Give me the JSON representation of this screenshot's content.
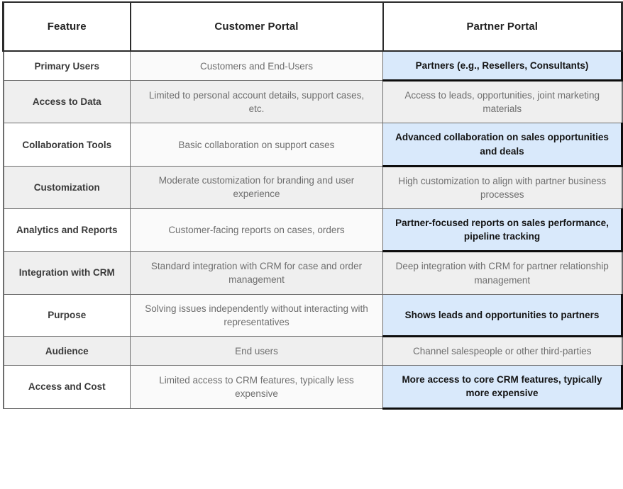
{
  "table": {
    "columns": [
      {
        "key": "feature",
        "label": "Feature"
      },
      {
        "key": "customer",
        "label": "Customer Portal"
      },
      {
        "key": "partner",
        "label": "Partner Portal"
      }
    ],
    "highlight_color": "#d9e9fb",
    "rows": [
      {
        "feature": "Primary Users",
        "customer": "Customers and End-Users",
        "partner": "Partners (e.g., Resellers, Consultants)",
        "partner_highlighted": true
      },
      {
        "feature": "Access to Data",
        "customer": "Limited to personal account details, support cases, etc.",
        "partner": "Access to leads, opportunities, joint marketing materials",
        "partner_highlighted": false
      },
      {
        "feature": "Collaboration Tools",
        "customer": "Basic collaboration on support cases",
        "partner": "Advanced collaboration on sales opportunities and deals",
        "partner_highlighted": true
      },
      {
        "feature": "Customization",
        "customer": "Moderate customization for branding and user experience",
        "partner": "High customization to align with partner business processes",
        "partner_highlighted": false
      },
      {
        "feature": "Analytics and Reports",
        "customer": "Customer-facing reports on cases, orders",
        "partner": "Partner-focused reports on sales performance, pipeline tracking",
        "partner_highlighted": true
      },
      {
        "feature": "Integration with CRM",
        "customer": "Standard integration with CRM for case and order management",
        "partner": "Deep integration with CRM for partner relationship management",
        "partner_highlighted": false
      },
      {
        "feature": "Purpose",
        "customer": "Solving issues independently without interacting with representatives",
        "partner": "Shows leads and opportunities to partners",
        "partner_highlighted": true
      },
      {
        "feature": "Audience",
        "customer": "End users",
        "partner": "Channel salespeople or other third-parties",
        "partner_highlighted": false
      },
      {
        "feature": "Access and Cost",
        "customer": "Limited access to CRM features, typically less expensive",
        "partner": "More access to core CRM features, typically more expensive",
        "partner_highlighted": true
      }
    ]
  },
  "caption": {
    "text": ""
  }
}
